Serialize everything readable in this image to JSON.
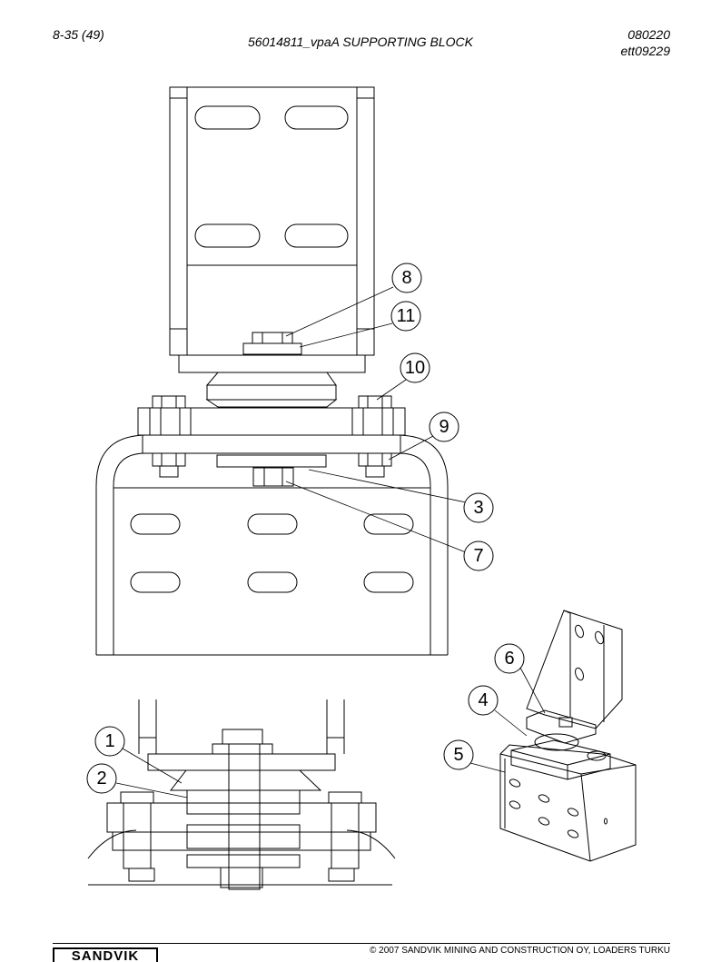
{
  "header": {
    "page_ref": "8-35 (49)",
    "title": "56014811_vpaA SUPPORTING BLOCK",
    "date": "080220",
    "drawing_code": "ett09229"
  },
  "callouts": {
    "c1": "1",
    "c2": "2",
    "c3": "3",
    "c4": "4",
    "c5": "5",
    "c6": "6",
    "c7": "7",
    "c8": "8",
    "c9": "9",
    "c10": "10",
    "c11": "11"
  },
  "footer": {
    "logo": "SANDVIK",
    "copyright": "© 2007 SANDVIK MINING AND CONSTRUCTION OY, LOADERS TURKU"
  }
}
